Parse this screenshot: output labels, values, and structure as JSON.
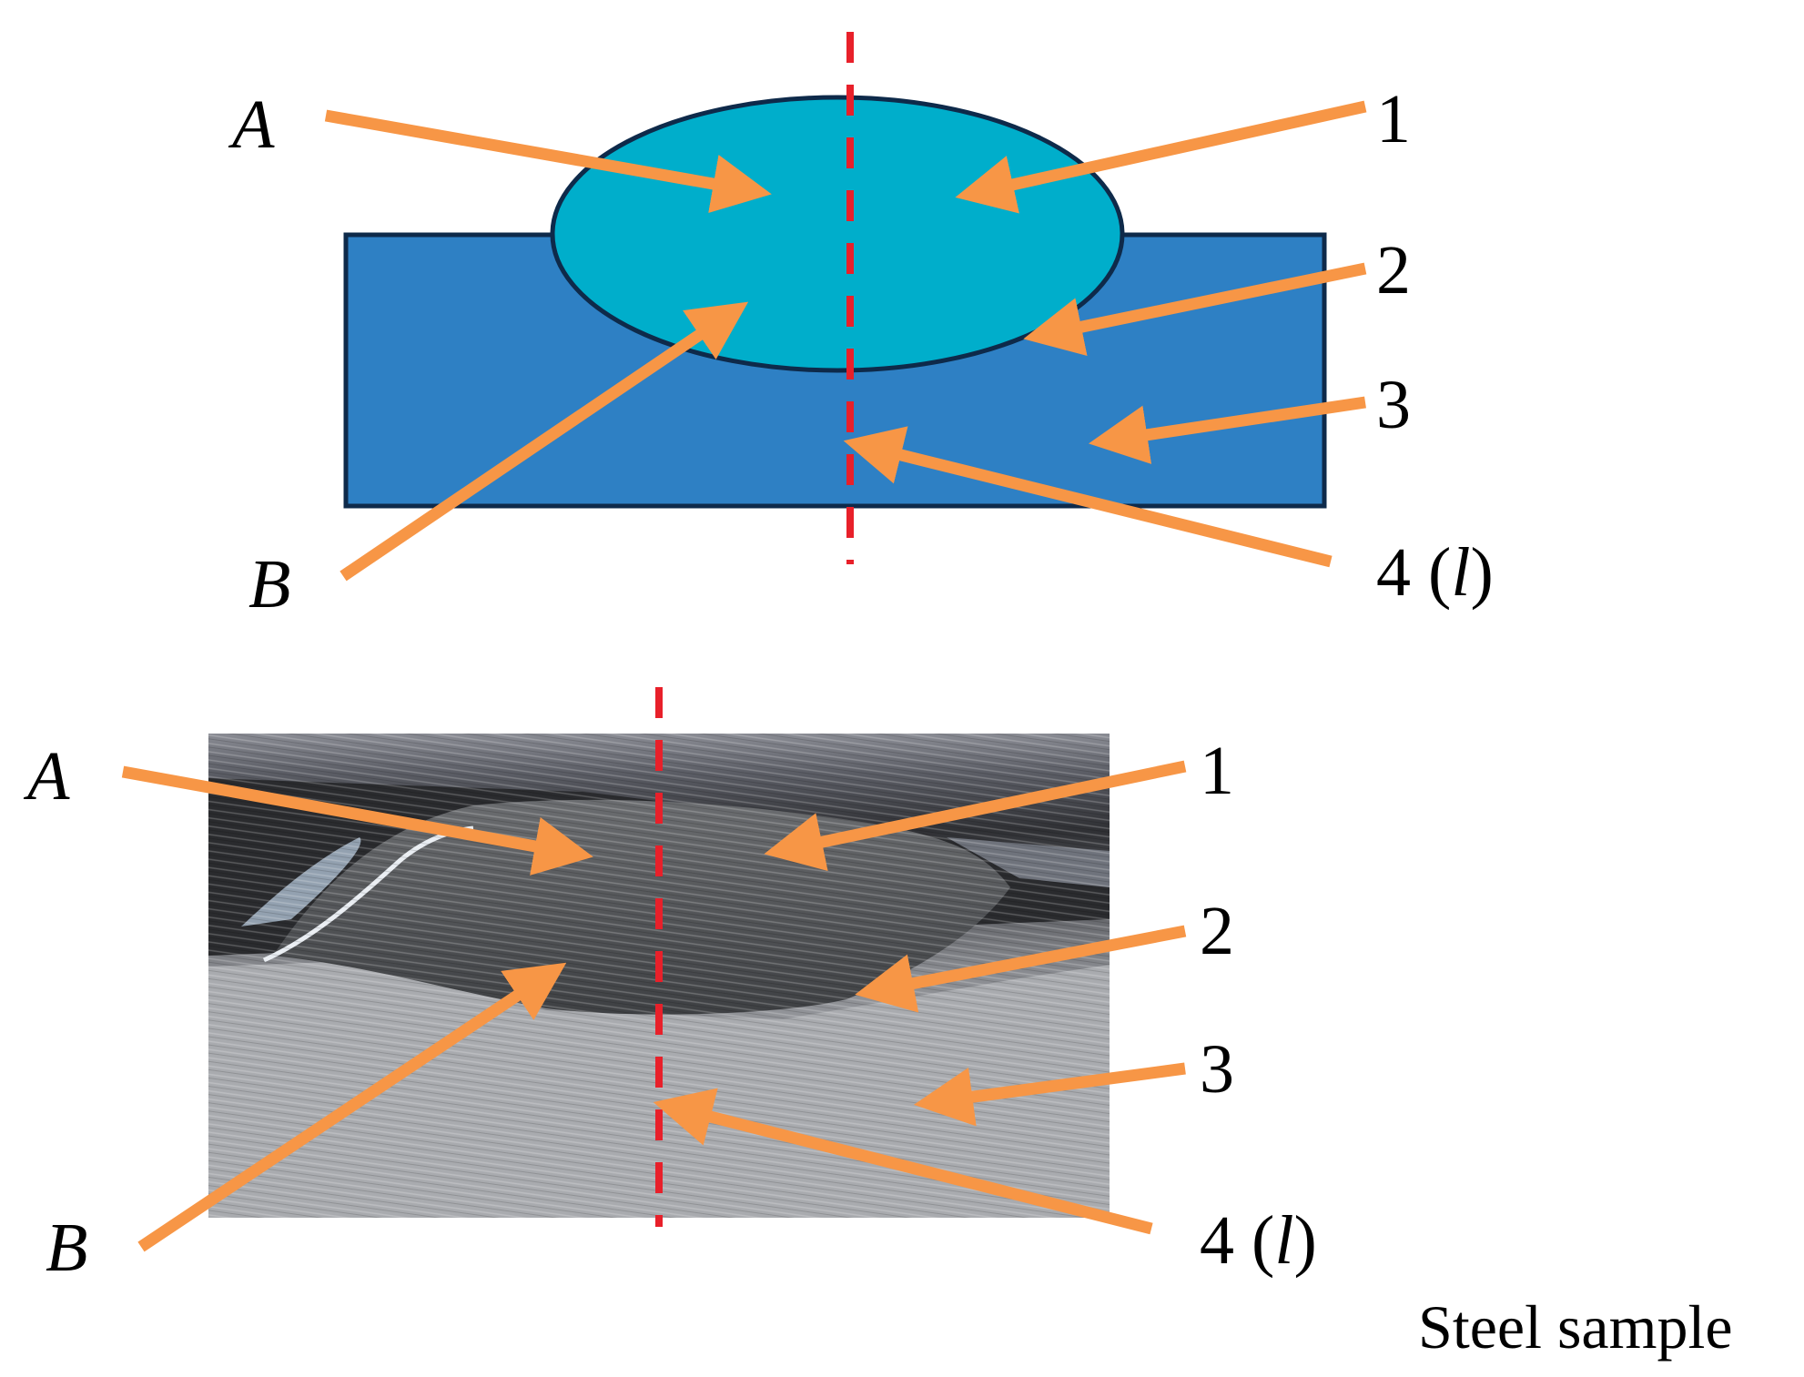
{
  "top": {
    "labels": {
      "A": "A",
      "B": "B",
      "n1": "1",
      "n2": "2",
      "n3": "3",
      "n4": "4 (",
      "n4_var": "l",
      "n4_close": ")"
    }
  },
  "bottom": {
    "labels": {
      "A": "A",
      "B": "B",
      "n1": "1",
      "n2": "2",
      "n3": "3",
      "n4": "4 (",
      "n4_var": "l",
      "n4_close": ")"
    }
  },
  "caption": "Steel sample",
  "colors": {
    "arrow": "#F79646",
    "centerline": "#E8202A",
    "base": "#2E80C4",
    "weld": "#00AECB",
    "outline": "#0E2A4A"
  }
}
